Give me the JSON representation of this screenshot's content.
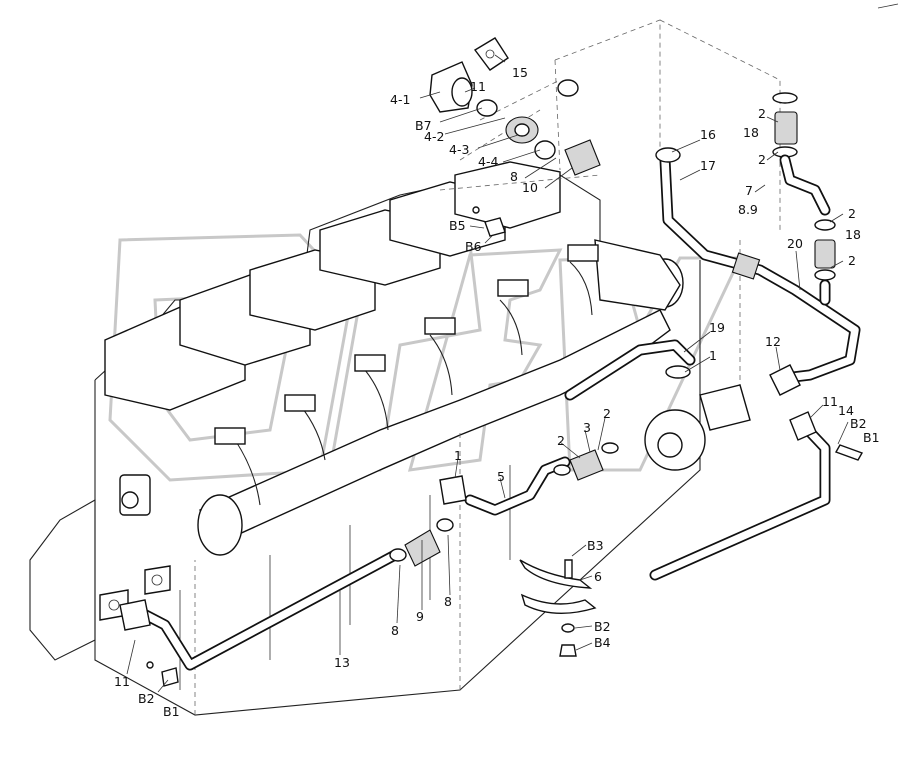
{
  "diagram": {
    "labels": [
      {
        "id": "l-15",
        "text": "15"
      },
      {
        "id": "l-11a",
        "text": "11"
      },
      {
        "id": "l-4-1",
        "text": "4-1"
      },
      {
        "id": "l-b7",
        "text": "B7"
      },
      {
        "id": "l-4-2",
        "text": "4-2"
      },
      {
        "id": "l-4-3",
        "text": "4-3"
      },
      {
        "id": "l-4-4",
        "text": "4-4"
      },
      {
        "id": "l-8a",
        "text": "8"
      },
      {
        "id": "l-10",
        "text": "10"
      },
      {
        "id": "l-b5",
        "text": "B5"
      },
      {
        "id": "l-b6",
        "text": "B6"
      },
      {
        "id": "l-16",
        "text": "16"
      },
      {
        "id": "l-17",
        "text": "17"
      },
      {
        "id": "l-2a",
        "text": "2"
      },
      {
        "id": "l-18a",
        "text": "18"
      },
      {
        "id": "l-2b",
        "text": "2"
      },
      {
        "id": "l-7",
        "text": "7"
      },
      {
        "id": "l-89",
        "text": "8.9"
      },
      {
        "id": "l-2c",
        "text": "2"
      },
      {
        "id": "l-18b",
        "text": "18"
      },
      {
        "id": "l-20",
        "text": "20"
      },
      {
        "id": "l-2d",
        "text": "2"
      },
      {
        "id": "l-19",
        "text": "19"
      },
      {
        "id": "l-1a",
        "text": "1"
      },
      {
        "id": "l-12",
        "text": "12"
      },
      {
        "id": "l-11b",
        "text": "11"
      },
      {
        "id": "l-14",
        "text": "14"
      },
      {
        "id": "l-b2a",
        "text": "B2"
      },
      {
        "id": "l-b1a",
        "text": "B1"
      },
      {
        "id": "l-2e",
        "text": "2"
      },
      {
        "id": "l-2f",
        "text": "2"
      },
      {
        "id": "l-3",
        "text": "3"
      },
      {
        "id": "l-1b",
        "text": "1"
      },
      {
        "id": "l-5",
        "text": "5"
      },
      {
        "id": "l-b3",
        "text": "B3"
      },
      {
        "id": "l-6",
        "text": "6"
      },
      {
        "id": "l-8b",
        "text": "8"
      },
      {
        "id": "l-9",
        "text": "9"
      },
      {
        "id": "l-8c",
        "text": "8"
      },
      {
        "id": "l-b2b",
        "text": "B2"
      },
      {
        "id": "l-b4",
        "text": "B4"
      },
      {
        "id": "l-13",
        "text": "13"
      },
      {
        "id": "l-11c",
        "text": "11"
      },
      {
        "id": "l-b2c",
        "text": "B2"
      },
      {
        "id": "l-b1b",
        "text": "B1"
      }
    ]
  }
}
